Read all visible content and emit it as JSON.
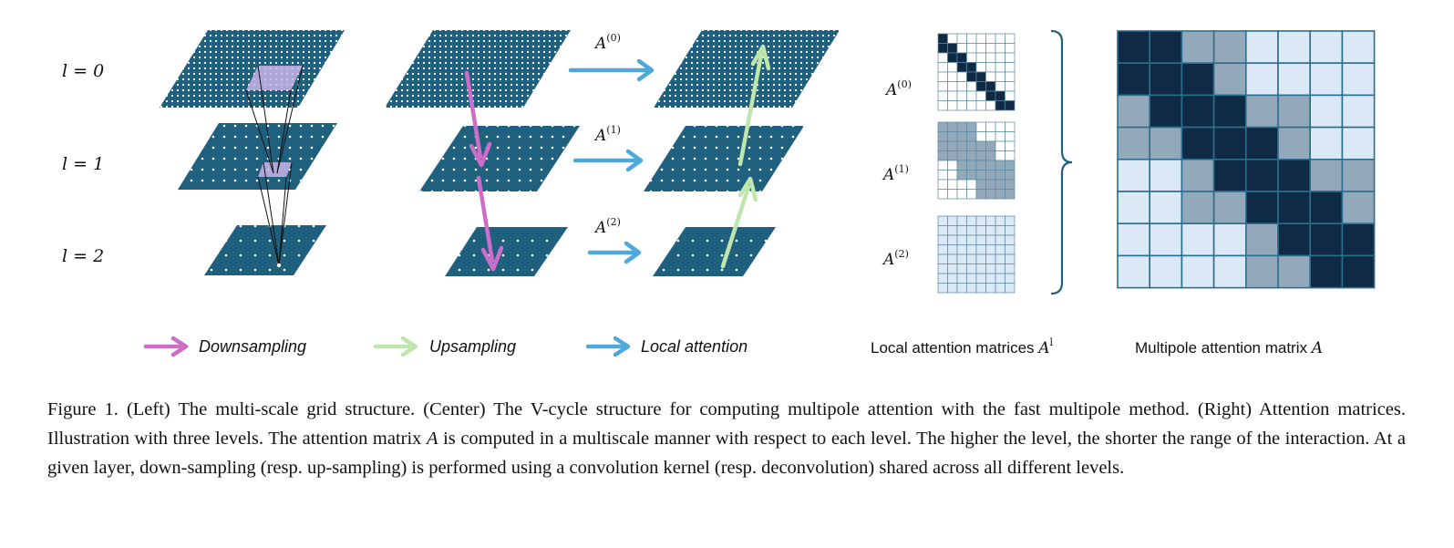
{
  "levels": {
    "l0": "l = 0",
    "l1": "l = 1",
    "l2": "l = 2"
  },
  "attention_labels": {
    "a0": {
      "base": "A",
      "sup": "(0)"
    },
    "a1": {
      "base": "A",
      "sup": "(1)"
    },
    "a2": {
      "base": "A",
      "sup": "(2)"
    }
  },
  "legend": {
    "downsampling": "Downsampling",
    "upsampling": "Upsampling",
    "local_attention": "Local attention",
    "local_matrices_text": "Local attention matrices ",
    "local_matrices_var": "A",
    "local_matrices_sup": "l",
    "multipole_text": "Multipole attention matrix ",
    "multipole_var": "A"
  },
  "caption": {
    "part1": "Figure 1. (Left) The multi-scale grid structure. (Center) The V-cycle structure for computing multipole attention with the fast multipole method. (Right) Attention matrices. Illustration with three levels. The attention matrix ",
    "var": "A",
    "part2": " is computed in a multiscale manner with respect to each level.  The higher the level, the shorter the range of the interaction.  At a given layer, down-sampling (resp.  up-sampling) is performed using a convolution kernel (resp. deconvolution) shared across all different levels."
  },
  "colors": {
    "grid_dark": "#1f607e",
    "matrix_dark": "#0e2a44",
    "matrix_mid": "#93a8b8",
    "matrix_light": "#dbe8f6",
    "matrix_line": "#2a6f8f",
    "down_arrow": "#cc6ec9",
    "up_arrow": "#bfe6ad",
    "attn_arrow": "#4fa8dc",
    "highlight": "#c9b4e6"
  },
  "matrices": {
    "local_0": [
      "10000000",
      "11000000",
      "01100000",
      "00110000",
      "00011000",
      "00001100",
      "00000110",
      "00000011"
    ],
    "local_1": [
      "11110000",
      "11110000",
      "11111100",
      "11111100",
      "00111111",
      "00111111",
      "00001111",
      "00001111"
    ],
    "local_2_size": 8,
    "multipole": [
      [
        3,
        3,
        2,
        2,
        1,
        1,
        1,
        1
      ],
      [
        3,
        3,
        3,
        2,
        1,
        1,
        1,
        1
      ],
      [
        2,
        3,
        3,
        3,
        2,
        2,
        1,
        1
      ],
      [
        2,
        2,
        3,
        3,
        3,
        2,
        1,
        1
      ],
      [
        1,
        1,
        2,
        3,
        3,
        3,
        2,
        2
      ],
      [
        1,
        1,
        2,
        2,
        3,
        3,
        3,
        2
      ],
      [
        1,
        1,
        1,
        1,
        2,
        3,
        3,
        3
      ],
      [
        1,
        1,
        1,
        1,
        2,
        2,
        3,
        3
      ]
    ]
  }
}
